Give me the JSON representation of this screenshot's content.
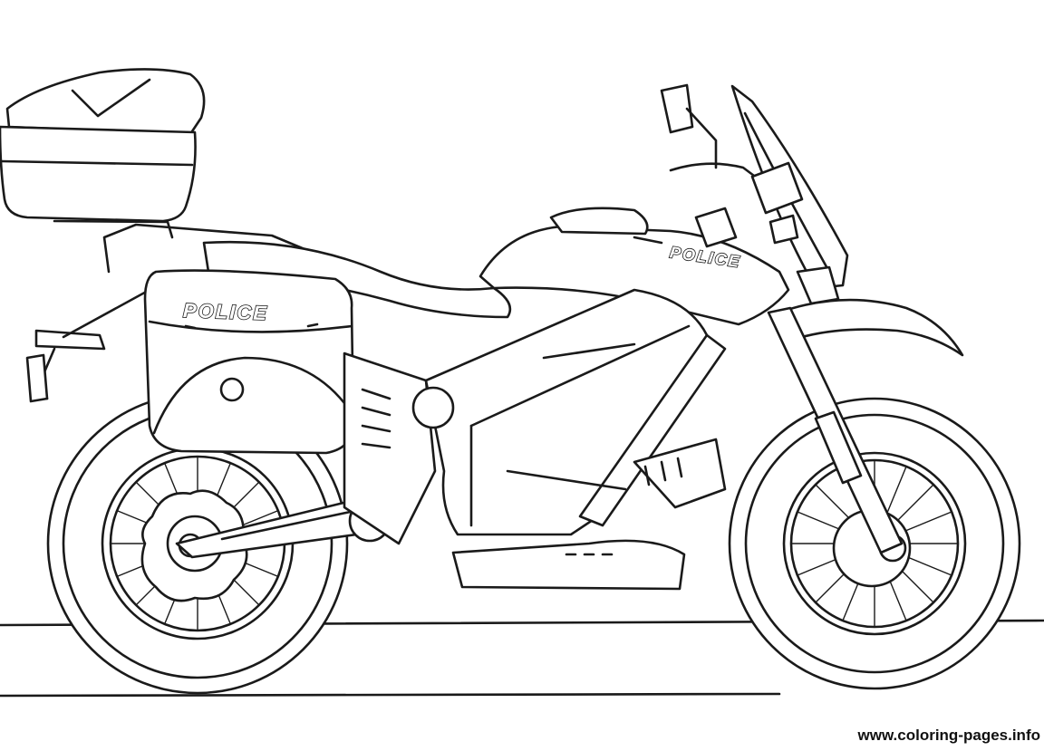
{
  "illustration": {
    "side_case_label": "POLICE",
    "tank_label": "POLICE"
  },
  "watermark": {
    "text": "www.coloring-pages.info"
  },
  "colors": {
    "line": "#1a1a1a",
    "background": "#ffffff"
  }
}
